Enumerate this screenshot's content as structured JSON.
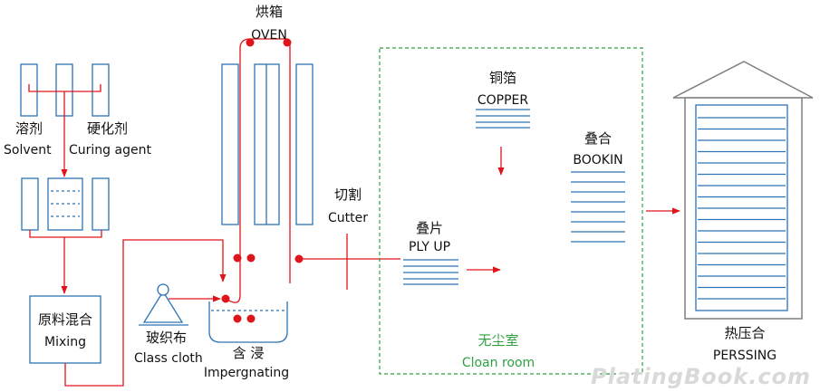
{
  "labels": {
    "oven_cn": "烘箱",
    "oven_en": "OVEN",
    "solvent_cn": "溶剂",
    "solvent_en": "Solvent",
    "curing_cn": "硬化剂",
    "curing_en": "Curing agent",
    "mixing_cn": "原料混合",
    "mixing_en": "Mixing",
    "cloth_cn": "玻织布",
    "cloth_en": "Class cloth",
    "impreg_cn": "含 浸",
    "impreg_en": "Impergnating",
    "cutter_cn": "切割",
    "cutter_en": "Cutter",
    "copper_cn": "铜箔",
    "copper_en": "COPPER",
    "booking_cn": "叠合",
    "booking_en": "BOOKIN",
    "plyup_cn": "叠片",
    "plyup_en": "PLY UP",
    "cleanroom_cn": "无尘室",
    "cleanroom_en": "Cloan room",
    "pressing_cn": "热压合",
    "pressing_en": "PERSSING",
    "watermark": "PlatingBook.com"
  },
  "colors": {
    "equipment": "#2e74b5",
    "flow": "#e0141b",
    "cleanroom": "#2ea043",
    "press_roof": "#7f7f7f"
  }
}
